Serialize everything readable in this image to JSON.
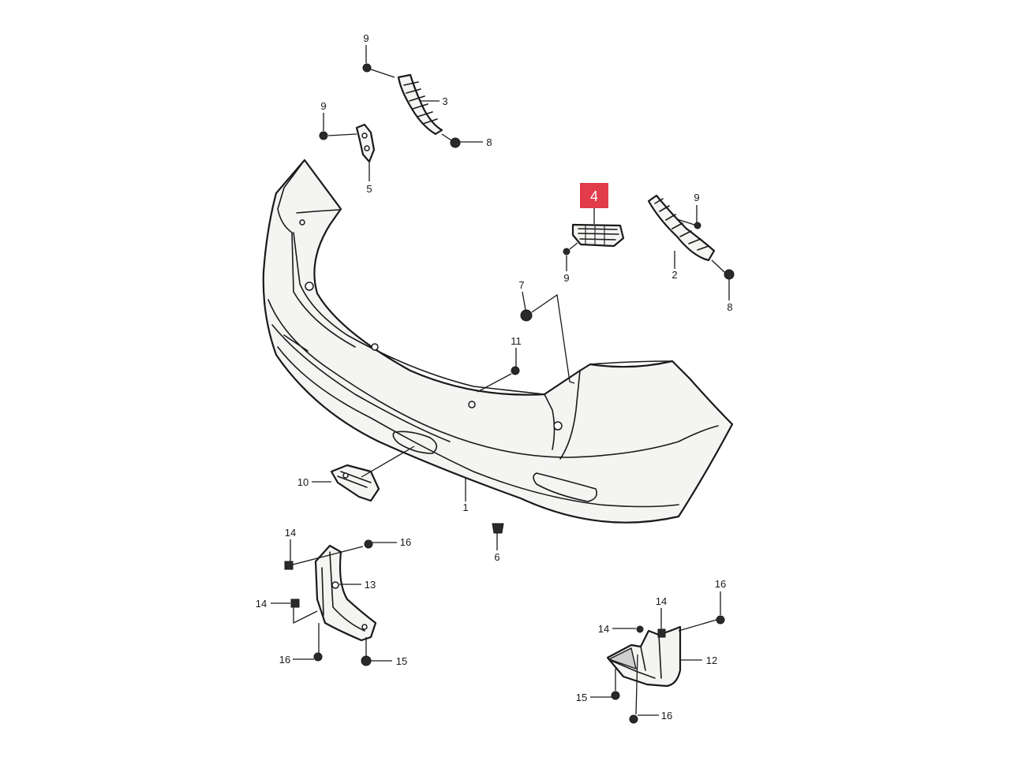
{
  "diagram": {
    "highlight_color": "#e23b4a",
    "callouts": {
      "c9_top": "9",
      "c3": "3",
      "c8_top": "8",
      "c9_left": "9",
      "c5": "5",
      "c4": "4",
      "c9_right": "9",
      "c9_mid": "9",
      "c2": "2",
      "c8_right": "8",
      "c7": "7",
      "c11": "11",
      "c10": "10",
      "c1": "1",
      "c6": "6",
      "c14_a": "14",
      "c16_a": "16",
      "c13": "13",
      "c14_b": "14",
      "c16_b": "16",
      "c15_a": "15",
      "c16_c": "16",
      "c14_c": "14",
      "c14_d": "14",
      "c12": "12",
      "c15_b": "15",
      "c16_d": "16"
    }
  }
}
